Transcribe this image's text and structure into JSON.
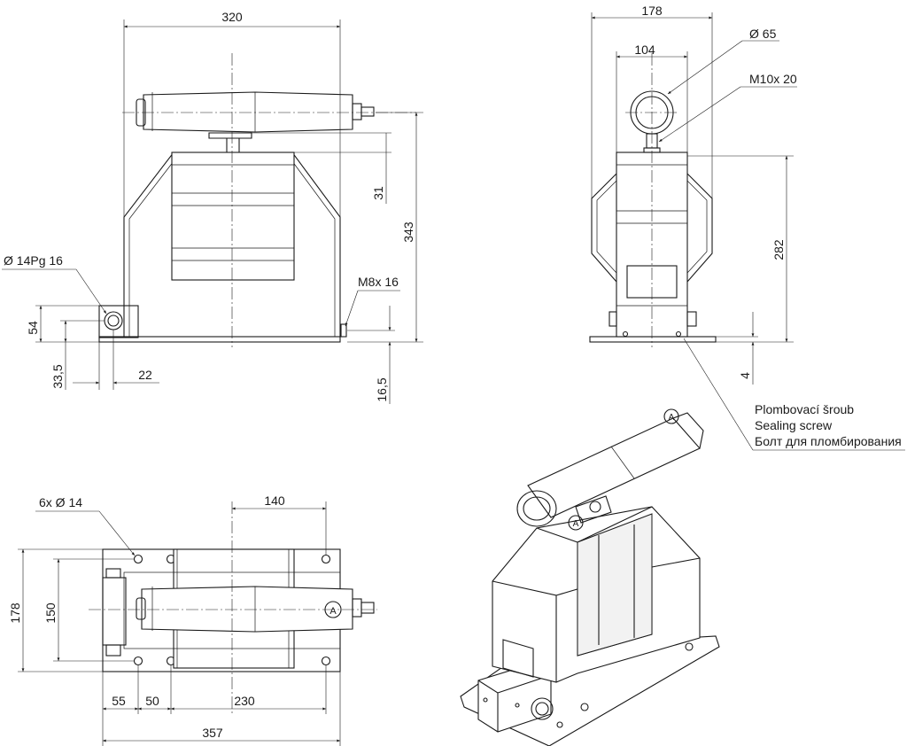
{
  "front_view": {
    "dim_width": "320",
    "dim_height_total": "343",
    "dim_top_gap": "31",
    "dim_bolt_height": "54",
    "dim_bolt_lower": "33,5",
    "dim_bolt_offset": "22",
    "dim_base_terminal": "16,5",
    "label_gland": "Ø 14Pg 16",
    "label_terminal": "M8x 16"
  },
  "side_view": {
    "dim_width": "178",
    "dim_head_width": "104",
    "dim_head_diameter": "Ø 65",
    "label_bolt": "M10x 20",
    "dim_body_height": "282",
    "dim_base_thickness": "4",
    "sealing_screw": {
      "cs": "Plombovací šroub",
      "en": "Sealing screw",
      "ru": "Болт для пломбирования"
    }
  },
  "top_view": {
    "label_holes": "6x  Ø 14",
    "dim_140": "140",
    "dim_178": "178",
    "dim_150": "150",
    "dim_55": "55",
    "dim_50": "50",
    "dim_230": "230",
    "dim_357": "357"
  },
  "iso_view": {
    "mark_symbol": "A"
  }
}
